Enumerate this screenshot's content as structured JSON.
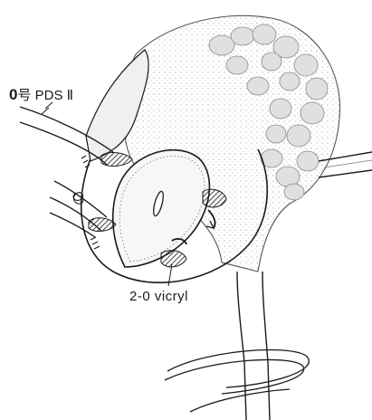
{
  "labels": {
    "upper_suture_number": "0",
    "upper_suture_rest": "号 PDS Ⅱ",
    "lower_suture": "2-0 vicryl"
  },
  "colors": {
    "line": "#1a1a1a",
    "shade": "#c8c8c8",
    "tissue_fill": "#f4f4f4"
  }
}
